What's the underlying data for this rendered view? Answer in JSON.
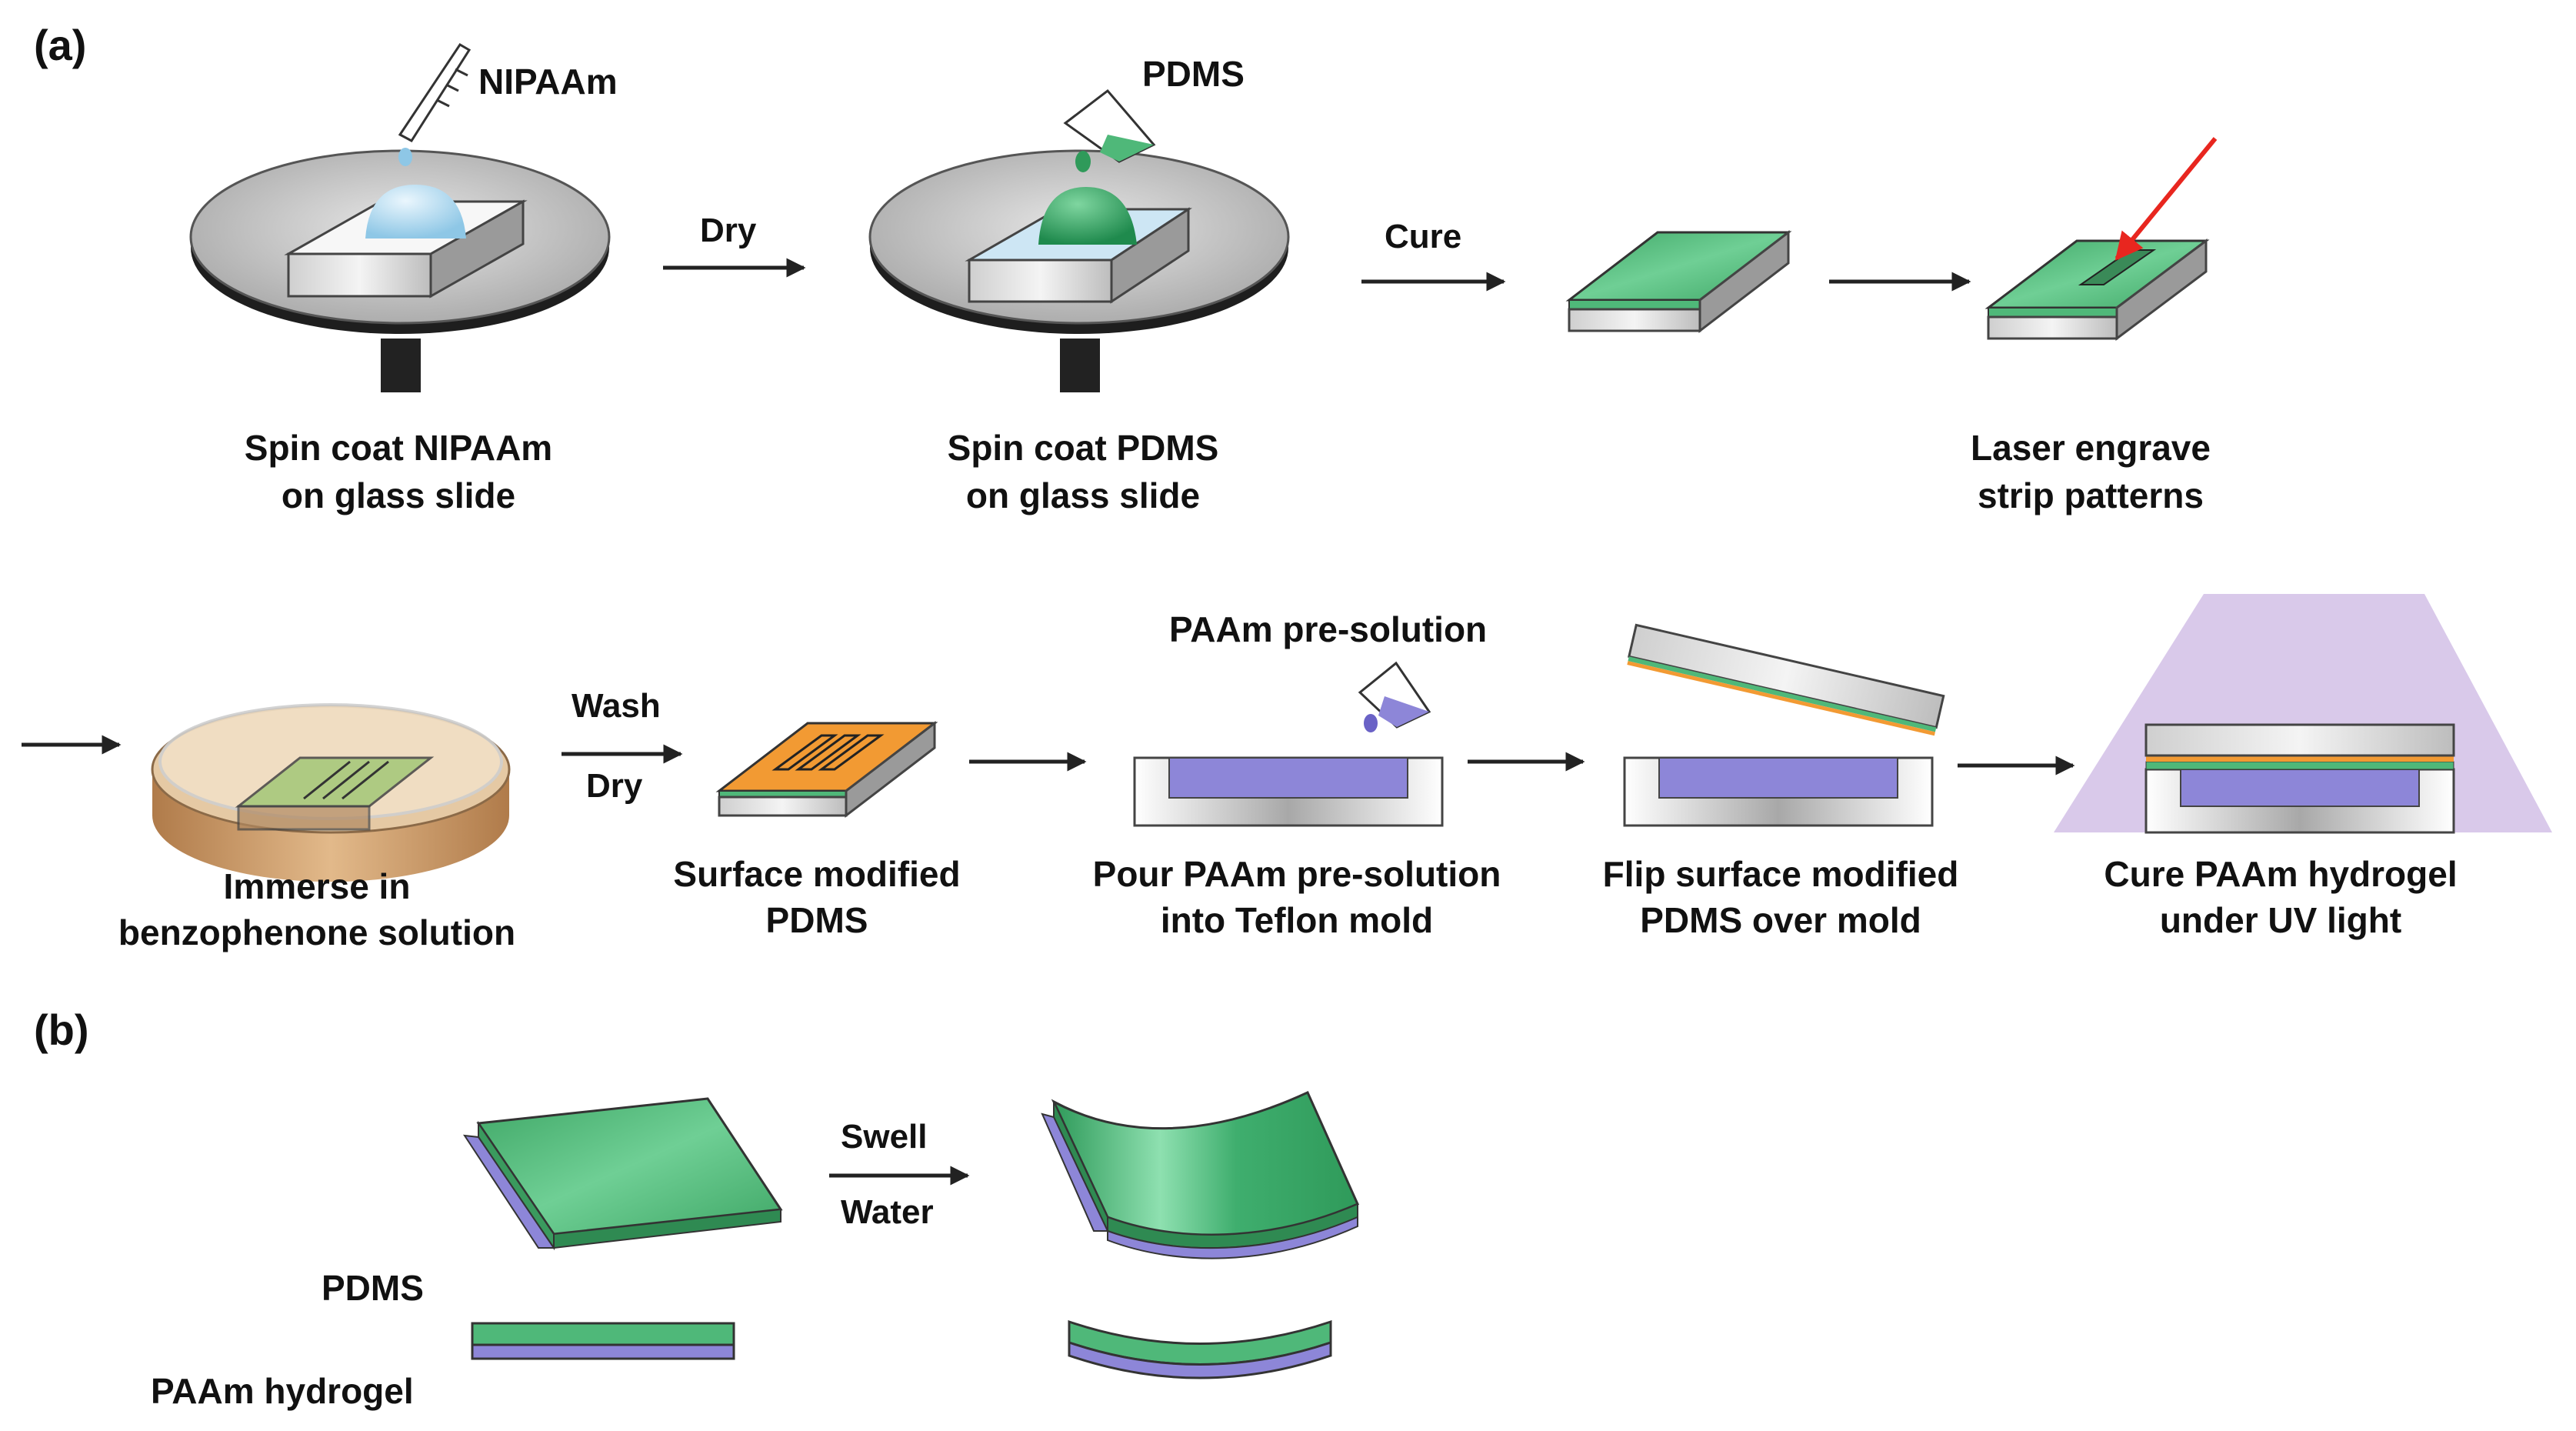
{
  "panels": {
    "a": "(a)",
    "b": "(b)"
  },
  "reagents": {
    "nipaam": "NIPAAm",
    "pdms": "PDMS",
    "paam_presolution": "PAAm pre-solution"
  },
  "arrows": {
    "dry": "Dry",
    "cure": "Cure",
    "wash": "Wash",
    "dry2": "Dry",
    "swell": "Swell",
    "water": "Water"
  },
  "steps": [
    {
      "line1": "Spin coat NIPAAm",
      "line2": "on glass slide"
    },
    {
      "line1": "Spin coat PDMS",
      "line2": "on glass slide"
    },
    {
      "line1": "Laser engrave",
      "line2": "strip patterns"
    },
    {
      "line1": "Immerse in",
      "line2": "benzophenone solution"
    },
    {
      "line1": "Surface modified",
      "line2": "PDMS"
    },
    {
      "line1": "Pour PAAm pre-solution",
      "line2": "into Teflon mold"
    },
    {
      "line1": "Flip surface modified",
      "line2": "PDMS over mold"
    },
    {
      "line1": "Cure PAAm hydrogel",
      "line2": "under UV light"
    }
  ],
  "layers": {
    "pdms": "PDMS",
    "hydrogel": "PAAm hydrogel"
  },
  "colors": {
    "pdms_green": "#4fb879",
    "nipaam_blue": "#bfe0f2",
    "hydrogel_purple": "#8d86d8",
    "benzophenone_orange": "#f29a33",
    "uv_light": "#d9c9ea",
    "laser_red": "#e8261f",
    "glass_gray": "#c8c8c8",
    "stage_gray": "#bdbdbd"
  }
}
